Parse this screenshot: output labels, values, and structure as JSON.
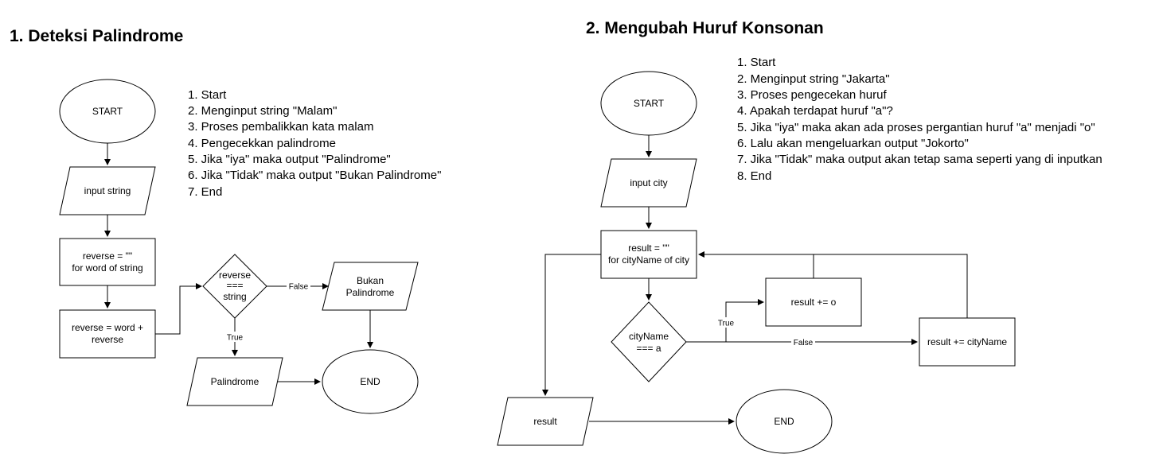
{
  "diagram1": {
    "title": "1. Deteksi Palindrome",
    "steps": [
      "1. Start",
      "2. Menginput string \"Malam\"",
      "3. Proses pembalikkan kata malam",
      "4. Pengecekkan palindrome",
      "5. Jika \"iya\" maka output \"Palindrome\"",
      "6. Jika \"Tidak\" maka output \"Bukan Palindrome\"",
      "7. End"
    ],
    "nodes": {
      "start": "START",
      "input": "input string",
      "loop": [
        "reverse = \"\"",
        "for word of string"
      ],
      "assign": [
        "reverse = word +",
        "reverse"
      ],
      "decision": [
        "reverse",
        "===",
        "string"
      ],
      "false_out": [
        "Bukan",
        "Palindrome"
      ],
      "true_out": "Palindrome",
      "end": "END"
    },
    "edges": {
      "false_label": "False",
      "true_label": "True"
    }
  },
  "diagram2": {
    "title": "2. Mengubah Huruf Konsonan",
    "steps": [
      "1. Start",
      "2. Menginput string \"Jakarta\"",
      "3. Proses pengecekan huruf",
      "4. Apakah terdapat huruf \"a\"?",
      "5. Jika \"iya\" maka akan ada proses pergantian huruf \"a\" menjadi \"o\"",
      "6. Lalu akan mengeluarkan output \"Jokorto\"",
      "7. Jika \"Tidak\" maka output akan tetap sama seperti yang di inputkan",
      "8. End"
    ],
    "nodes": {
      "start": "START",
      "input": "input city",
      "loop": [
        "result = \"\"",
        "for cityName of city"
      ],
      "decision": [
        "cityName",
        "=== a"
      ],
      "true_proc": "result += o",
      "false_proc": "result += cityName",
      "output": "result",
      "end": "END"
    },
    "edges": {
      "true_label": "True",
      "false_label": "False"
    }
  }
}
